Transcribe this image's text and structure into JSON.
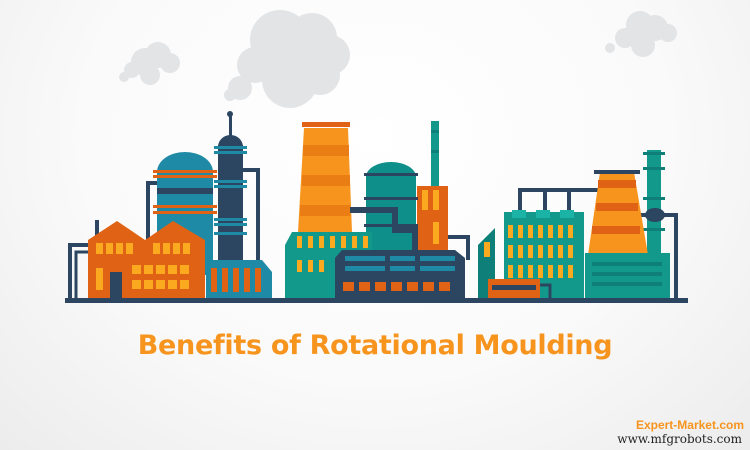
{
  "headline": "Benefits of Rotational Moulding",
  "credit": "Expert-Market.com",
  "watermark": "www.mfgrobots.com",
  "illustration": {
    "subject": "flat-style industrial factory skyline with smoke clouds",
    "colors": {
      "navy": "#2c4661",
      "teal": "#13998c",
      "dark_teal": "#0e7f79",
      "blue_teal": "#1f8aa5",
      "orange": "#f7941d",
      "dark_orange": "#e06215",
      "window_yellow": "#fbaa1f",
      "cloud_gray": "#e3e4e6",
      "title_orange": "#f7941d"
    }
  }
}
